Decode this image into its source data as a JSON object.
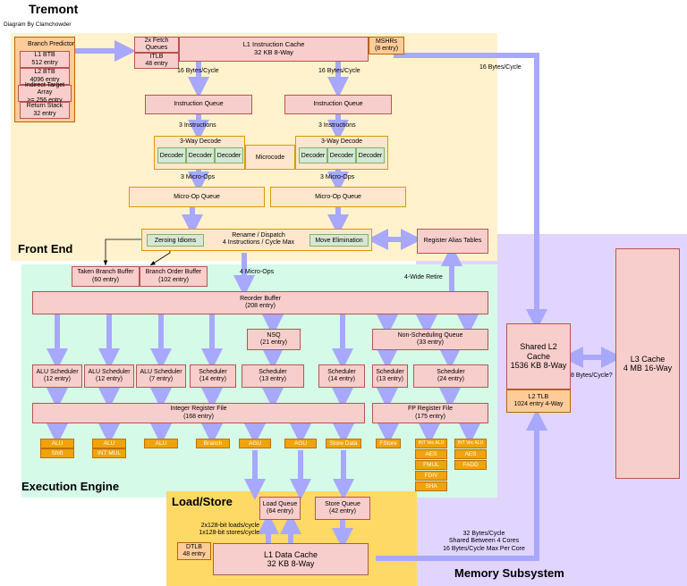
{
  "title": "Tremont",
  "subtitle": "Diagram By Clamchowder",
  "regions": {
    "front_end": "Front End",
    "execution_engine": "Execution Engine",
    "load_store": "Load/Store",
    "memory_subsystem": "Memory Subsystem"
  },
  "branch_predictor": {
    "title": "Branch Predictor",
    "l1_btb": "L1 BTB\n512 entry",
    "l2_btb": "L2 BTB\n4096 entry",
    "ita": "Indirect Target Array\n>= 256 entry",
    "return_stack": "Return Stack\n32 entry"
  },
  "fetch_queues": "2x Fetch\nQueues",
  "itlb": "ITLB\n48 entry",
  "l1i": "L1 Instruction Cache\n32 KB 8-Way",
  "mshrs": "MSHRs\n(8 entry)",
  "labels": {
    "fetch_bw_left": "16 Bytes/Cycle",
    "fetch_bw_right": "16 Bytes/Cycle",
    "l2_fetch_bw": "16 Bytes/Cycle",
    "instr_left": "3 Instructions",
    "instr_right": "3 Instructions",
    "uops_left": "3 Micro-Ops",
    "uops_right": "3 Micro-Ops",
    "four_uops": "4 Micro-Ops",
    "retire": "4-Wide Retire",
    "l3_bw": "8 Bytes/Cycle?",
    "loads_stores": "2x128-bit loads/cycle\n1x128-bit stores/cycle",
    "l2_bw": "32 Bytes/Cycle\nShared Between 4 Cores\n16 Bytes/Cycle Max Per Core"
  },
  "instruction_queue": "Instruction Queue",
  "decode": {
    "title": "3-Way Decode",
    "decoder": "Decoder"
  },
  "microcode": "Microcode",
  "uop_queue": "Micro-Op Queue",
  "rename": {
    "text": "Rename / Dispatch\n4 Instructions / Cycle Max",
    "zeroing": "Zeroing Idioms",
    "move_elim": "Move Elimination"
  },
  "rat": "Register Alias Tables",
  "taken_branch_buffer": "Taken Branch Buffer\n(60 entry)",
  "branch_order_buffer": "Branch Order Buffer\n(102 entry)",
  "rob": "Reorder Buffer\n(208 entry)",
  "nsq": "NSQ\n(21 entry)",
  "nsq_queue": "Non-Scheduling Queue\n(33 entry)",
  "schedulers": [
    "ALU Scheduler\n(12 entry)",
    "ALU Scheduler\n(12 entry)",
    "ALU Scheduler\n(7 entry)",
    "Scheduler\n(14 entry)",
    "Scheduler\n(13 entry)",
    "Scheduler\n(14 entry)",
    "Scheduler\n(13 entry)",
    "Scheduler\n(24 entry)"
  ],
  "int_rf": "Integer Register File\n(168 entry)",
  "fp_rf": "FP Register File\n(175 entry)",
  "units": {
    "alu": "ALU",
    "shift": "Shift",
    "int_mul": "INT MUL",
    "branch": "Branch",
    "agu": "AGU",
    "store_data": "Store Data",
    "fstore": "FStore",
    "int_vec_alu": "INT Vec ALU",
    "aes": "AES",
    "fmul": "FMUL",
    "fdiv": "FDIV",
    "sha": "SHA",
    "fadd": "FADD"
  },
  "load_queue": "Load Queue\n(64 entry)",
  "store_queue": "Store Queue\n(42 entry)",
  "dtlb": "DTLB\n48 entry",
  "l1d": "L1 Data Cache\n32 KB 8-Way",
  "l2": "Shared L2\nCache\n1536 KB 8-Way",
  "l2_tlb": "L2 TLB\n1024 entry 4-Way",
  "l3": "L3 Cache\n4 MB 16-Way",
  "colors": {
    "front_end_bg": "#fff2cc",
    "exec_bg": "#d5fae8",
    "loadstore_bg": "#ffd966",
    "memory_bg": "#e1d5ff",
    "arrow": "#a8a8ff",
    "box_fill": "#f8cecc",
    "box_stroke": "#b85450",
    "unit_fill": "#f0a30a"
  }
}
